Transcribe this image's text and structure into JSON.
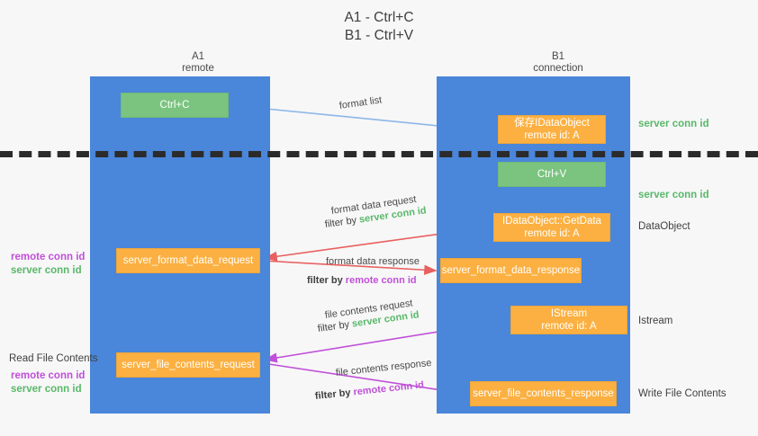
{
  "title": "A1 - Ctrl+C\nB1 - Ctrl+V",
  "lanes": [
    {
      "name": "A1",
      "sub": "remote"
    },
    {
      "name": "B1",
      "sub": "connection"
    }
  ],
  "colors": {
    "lane": "#4a86d9",
    "green_node": "#7ac47f",
    "orange_node": "#fbb041",
    "background": "#f7f7f7",
    "separator": "#2b2b2b",
    "server_conn_id": "#59b86a",
    "remote_conn_id": "#c050d8",
    "arrow_blue": "#8cb7e8",
    "arrow_red": "#e8605f",
    "arrow_magenta": "#c050d8",
    "arrow_black": "#111111"
  },
  "nodes": {
    "ctrl_c": "Ctrl+C",
    "dataobject": {
      "line1": "保存IDataObject",
      "line2": "remote id: A"
    },
    "ctrl_v": "Ctrl+V",
    "getdata": {
      "line1": "IDataObject::GetData",
      "line2": "remote id: A"
    },
    "format_data_request": "server_format_data_request",
    "format_data_response": "server_format_data_response",
    "istream": {
      "line1": "IStream",
      "line2": "remote id: A"
    },
    "file_contents_request": "server_file_contents_request",
    "file_contents_response": "server_file_contents_response"
  },
  "edge_labels": {
    "format_list": "format list",
    "format_data_request": "format data request",
    "format_data_request_filter_prefix": "filter by ",
    "format_data_request_filter_id": "server conn id",
    "format_data_response": "format data response",
    "format_data_response_filter_prefix": "filter by ",
    "format_data_response_filter_id": "remote conn id",
    "file_contents_request": "file contents request",
    "file_contents_request_filter_prefix": "filter by ",
    "file_contents_request_filter_id": "server conn id",
    "file_contents_response": "file contents response",
    "file_contents_response_filter_prefix": "filter by ",
    "file_contents_response_filter_id": "remote conn id"
  },
  "side_notes": {
    "right_server_1": "server conn id",
    "right_server_2": "server conn id",
    "right_dataobject": "DataObject",
    "right_istream": "Istream",
    "right_write": "Write File Contents",
    "left_remote_1": "remote conn id",
    "left_server_1": "server conn id",
    "left_read": "Read File Contents",
    "left_remote_2": "remote conn id",
    "left_server_2": "server conn id"
  }
}
